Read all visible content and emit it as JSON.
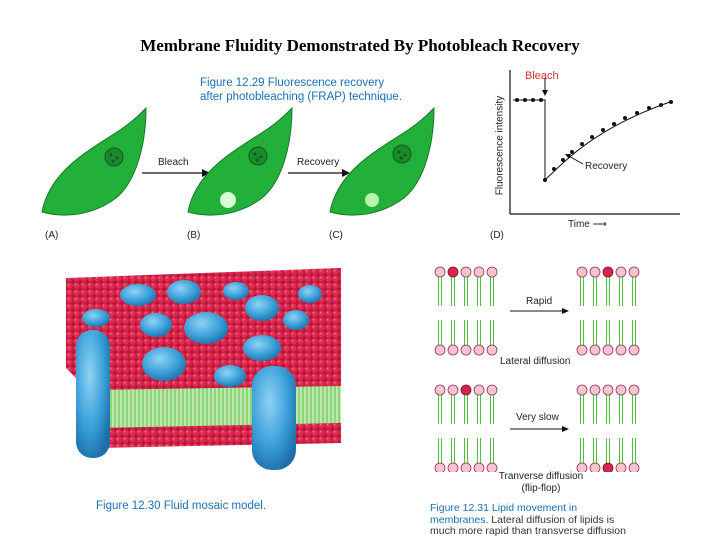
{
  "slide": {
    "title": "Membrane Fluidity Demonstrated By Photobleach Recovery"
  },
  "frap": {
    "caption_number": "Figure 12.29",
    "caption_line1_rest": "Fluorescence recovery",
    "caption_line2": "after photobleaching (FRAP) technique.",
    "arrow1_label": "Bleach",
    "arrow2_label": "Recovery",
    "panel_labels": [
      "(A)",
      "(B)",
      "(C)",
      "(D)"
    ],
    "graph": {
      "ylabel": "Fluorescence intensity",
      "xlabel": "Time",
      "bleach_label": "Bleach",
      "recovery_label": "Recovery"
    }
  },
  "fluid_mosaic": {
    "caption_number": "Figure 12.30",
    "caption_text": "Fluid mosaic model."
  },
  "lipid_movement": {
    "rapid_label": "Rapid",
    "lateral_label": "Lateral diffusion",
    "very_slow_label": "Very slow",
    "transverse_line1": "Tranverse diffusion",
    "transverse_line2": "(flip-flop)",
    "caption_number": "Figure 12.31",
    "caption_line1_rest": "Lipid movement in",
    "caption_line2_a": "membranes.",
    "caption_line2_b": "Lateral diffusion of lipids is",
    "caption_line3": "much more rapid than transverse diffusion"
  },
  "colors": {
    "cell_green": "#22b03a",
    "caption_blue": "#1a6fb5",
    "lipid_red": "#d8244a",
    "protein_blue": "#3a9fd8",
    "tail_green": "#4cc23a",
    "label_red": "#d03030"
  }
}
